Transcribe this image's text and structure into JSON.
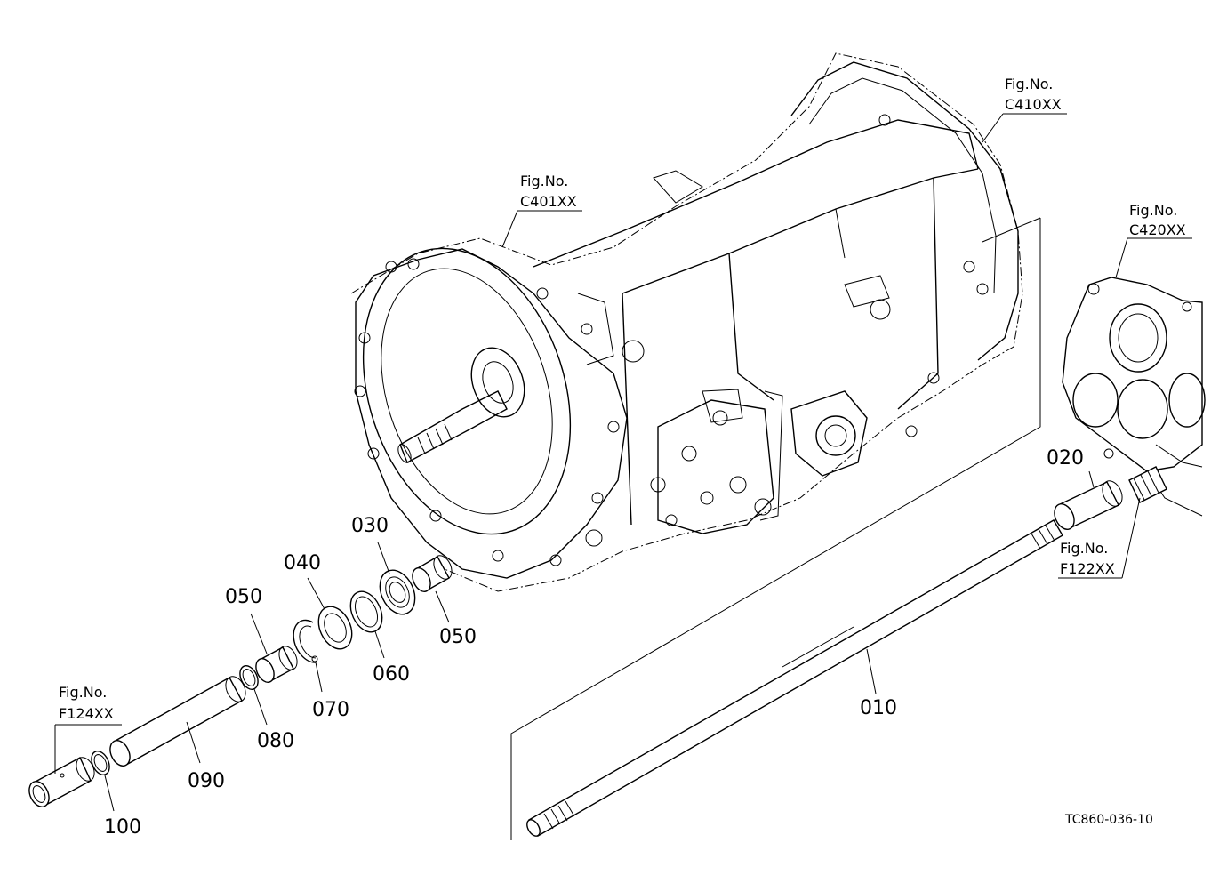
{
  "parts": [
    {
      "id": "010",
      "label": "010"
    },
    {
      "id": "020",
      "label": "020"
    },
    {
      "id": "030",
      "label": "030"
    },
    {
      "id": "040",
      "label": "040"
    },
    {
      "id": "050a",
      "label": "050"
    },
    {
      "id": "050b",
      "label": "050"
    },
    {
      "id": "060",
      "label": "060"
    },
    {
      "id": "070",
      "label": "070"
    },
    {
      "id": "080",
      "label": "080"
    },
    {
      "id": "090",
      "label": "090"
    },
    {
      "id": "100",
      "label": "100"
    }
  ],
  "figure_refs": [
    {
      "title": "Fig.No.",
      "code": "C410XX"
    },
    {
      "title": "Fig.No.",
      "code": "C401XX"
    },
    {
      "title": "Fig.No.",
      "code": "C420XX"
    },
    {
      "title": "Fig.No.",
      "code": "F122XX"
    },
    {
      "title": "Fig.No.",
      "code": "F124XX"
    }
  ],
  "drawing_code": "TC860-036-10"
}
